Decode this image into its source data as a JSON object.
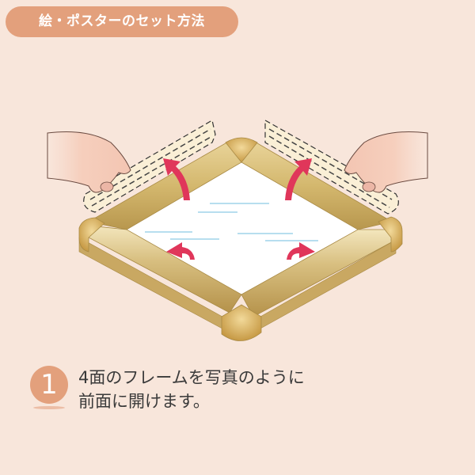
{
  "header": {
    "title": "絵・ポスターのセット方法"
  },
  "step": {
    "number": "1",
    "lines": [
      "4面のフレームを写真のように",
      "前面に開けます。"
    ]
  },
  "illustration": {
    "description": "Hands opening the four sides of a gold snap frame forward",
    "arrow_color": "#e0365a",
    "frame_color": "#d4b86e",
    "glass_line_color": "#9fd3ea"
  },
  "colors": {
    "background": "#f8e6db",
    "accent": "#e3a07c",
    "text": "#3a3a3a"
  }
}
